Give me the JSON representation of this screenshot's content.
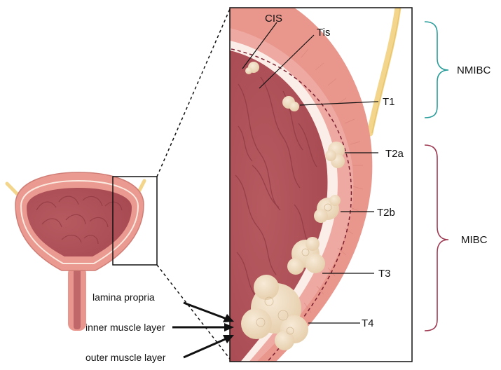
{
  "labels": {
    "cis": "CIS",
    "tis": "Tis",
    "t1": "T1",
    "t2a": "T2a",
    "t2b": "T2b",
    "t3": "T3",
    "t4": "T4",
    "nmibc": "NMIBC",
    "mibc": "MIBC",
    "lamina_propria": "lamina propria",
    "inner_muscle": "inner muscle layer",
    "outer_muscle": "outer muscle layer"
  },
  "colors": {
    "nmibc_bracket": "#2a9d9a",
    "mibc_bracket": "#9e3a52",
    "outer_muscle": "#e9978e",
    "inner_muscle": "#e9a79e",
    "lumen": "#b9595e",
    "tumor": "#efdcc2",
    "ureter": "#f3d58c"
  }
}
